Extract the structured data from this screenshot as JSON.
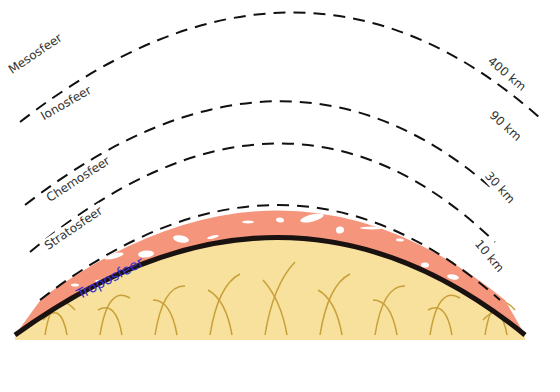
{
  "diagram": {
    "labels": [
      "Mesosfeer",
      "Ionosfeer",
      "400 km",
      "90 km",
      "Chemosfeer",
      "30 km",
      "Stratosfeer",
      "10 km",
      "Troposfeer"
    ]
  }
}
